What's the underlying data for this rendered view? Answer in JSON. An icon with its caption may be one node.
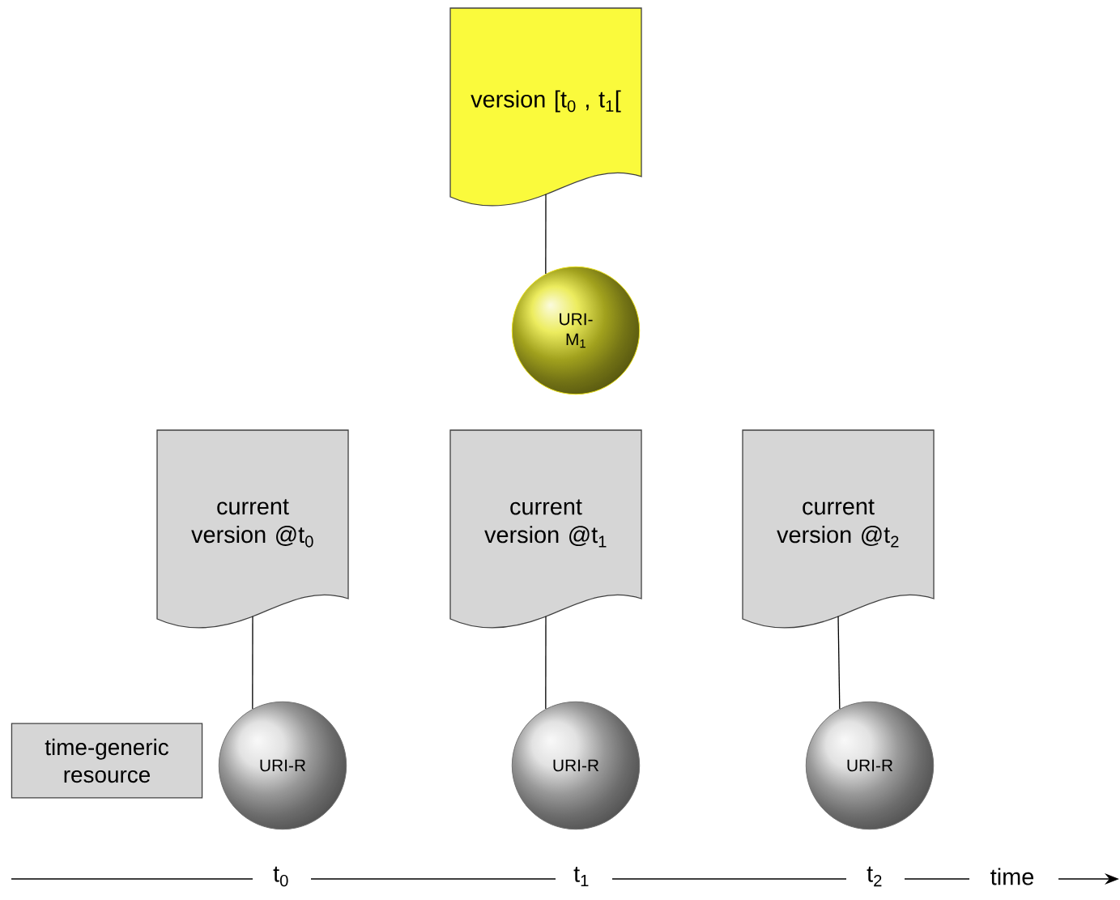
{
  "diagram": {
    "nodes": [
      {
        "text": [
          "version [t$_{0}$ , t$_{1}$["
        ]
      },
      {
        "text": [
          "URI-M$_{1}$"
        ]
      },
      {
        "text": [
          "current version @t$_{0}$"
        ]
      },
      {
        "text": [
          "current version @t$_{1}$"
        ]
      },
      {
        "text": [
          "current version @t$_{2}$"
        ]
      },
      {
        "text": [
          "time-generic resource"
        ]
      },
      {
        "text": [
          "URI-R"
        ]
      },
      {
        "text": [
          "URI-R"
        ]
      },
      {
        "text": [
          "URI-R"
        ]
      }
    ],
    "edges": [
      {
        "from": 0,
        "to": 1,
        "arrow": "none"
      },
      {
        "from": 2,
        "to": 6,
        "arrow": "none"
      },
      {
        "from": 3,
        "to": 7,
        "arrow": "none"
      },
      {
        "from": 4,
        "to": 8,
        "arrow": "none"
      }
    ],
    "labels": [
      "t$_{0}$",
      "t$_{1}$",
      "t$_{2}$",
      "time"
    ]
  }
}
